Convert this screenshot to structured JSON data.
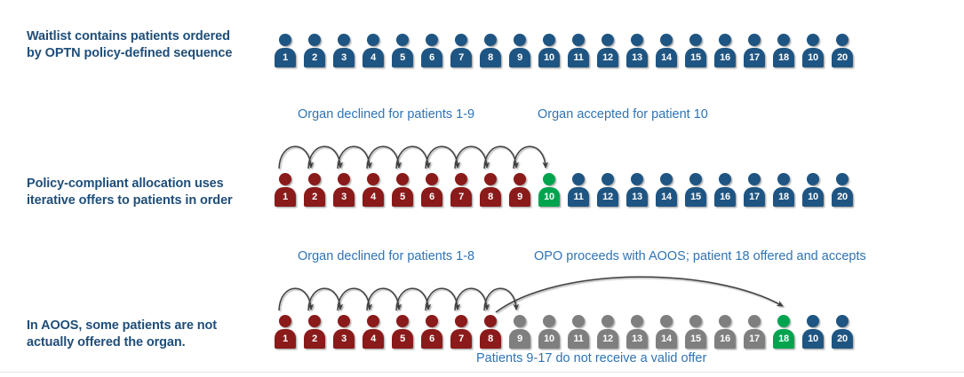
{
  "slide": {
    "title": "AOOS allocation diagram",
    "background_color": "#ffffff",
    "text_color_bold": "#1F4E79",
    "text_color_annotation": "#2E74B5"
  },
  "colors": {
    "blue": "#1F5582",
    "red": "#8B1A1A",
    "green": "#00A44F",
    "gray": "#7F7F7F",
    "arrow": "#404040"
  },
  "rows": [
    {
      "id": "waitlist",
      "caption_line1": "Waitlist contains patients ordered",
      "caption_line2": "by OPTN policy-defined sequence",
      "annotations": [],
      "patients": [
        {
          "label": "1",
          "color": "blue"
        },
        {
          "label": "2",
          "color": "blue"
        },
        {
          "label": "3",
          "color": "blue"
        },
        {
          "label": "4",
          "color": "blue"
        },
        {
          "label": "5",
          "color": "blue"
        },
        {
          "label": "6",
          "color": "blue"
        },
        {
          "label": "7",
          "color": "blue"
        },
        {
          "label": "8",
          "color": "blue"
        },
        {
          "label": "9",
          "color": "blue"
        },
        {
          "label": "10",
          "color": "blue"
        },
        {
          "label": "11",
          "color": "blue"
        },
        {
          "label": "12",
          "color": "blue"
        },
        {
          "label": "13",
          "color": "blue"
        },
        {
          "label": "14",
          "color": "blue"
        },
        {
          "label": "15",
          "color": "blue"
        },
        {
          "label": "16",
          "color": "blue"
        },
        {
          "label": "17",
          "color": "blue"
        },
        {
          "label": "18",
          "color": "blue"
        },
        {
          "label": "10",
          "color": "blue"
        },
        {
          "label": "20",
          "color": "blue"
        }
      ]
    },
    {
      "id": "policy-compliant",
      "caption_line1": "Policy-compliant allocation uses",
      "caption_line2": "iterative offers to patients in order",
      "annotations": [
        {
          "id": "declined-1-9",
          "text": "Organ declined for patients 1-9"
        },
        {
          "id": "accepted-10",
          "text": "Organ accepted for patient 10"
        }
      ],
      "patients": [
        {
          "label": "1",
          "color": "red"
        },
        {
          "label": "2",
          "color": "red"
        },
        {
          "label": "3",
          "color": "red"
        },
        {
          "label": "4",
          "color": "red"
        },
        {
          "label": "5",
          "color": "red"
        },
        {
          "label": "6",
          "color": "red"
        },
        {
          "label": "7",
          "color": "red"
        },
        {
          "label": "8",
          "color": "red"
        },
        {
          "label": "9",
          "color": "red"
        },
        {
          "label": "10",
          "color": "green"
        },
        {
          "label": "11",
          "color": "blue"
        },
        {
          "label": "12",
          "color": "blue"
        },
        {
          "label": "13",
          "color": "blue"
        },
        {
          "label": "14",
          "color": "blue"
        },
        {
          "label": "15",
          "color": "blue"
        },
        {
          "label": "16",
          "color": "blue"
        },
        {
          "label": "17",
          "color": "blue"
        },
        {
          "label": "18",
          "color": "blue"
        },
        {
          "label": "10",
          "color": "blue"
        },
        {
          "label": "20",
          "color": "blue"
        }
      ]
    },
    {
      "id": "aoos",
      "caption_line1": "In AOOS, some patients are not",
      "caption_line2": "actually offered the organ.",
      "annotations": [
        {
          "id": "declined-1-8",
          "text": "Organ declined for patients 1-8"
        },
        {
          "id": "aoos-offer",
          "text": "OPO proceeds with AOOS; patient 18 offered and accepts"
        }
      ],
      "patients": [
        {
          "label": "1",
          "color": "red"
        },
        {
          "label": "2",
          "color": "red"
        },
        {
          "label": "3",
          "color": "red"
        },
        {
          "label": "4",
          "color": "red"
        },
        {
          "label": "5",
          "color": "red"
        },
        {
          "label": "6",
          "color": "red"
        },
        {
          "label": "7",
          "color": "red"
        },
        {
          "label": "8",
          "color": "red"
        },
        {
          "label": "9",
          "color": "gray"
        },
        {
          "label": "10",
          "color": "gray"
        },
        {
          "label": "11",
          "color": "gray"
        },
        {
          "label": "12",
          "color": "gray"
        },
        {
          "label": "13",
          "color": "gray"
        },
        {
          "label": "14",
          "color": "gray"
        },
        {
          "label": "15",
          "color": "gray"
        },
        {
          "label": "16",
          "color": "gray"
        },
        {
          "label": "17",
          "color": "gray"
        },
        {
          "label": "18",
          "color": "green"
        },
        {
          "label": "10",
          "color": "blue"
        },
        {
          "label": "20",
          "color": "blue"
        }
      ]
    }
  ],
  "bottom_note": "Patients 9-17 do not receive a valid offer"
}
